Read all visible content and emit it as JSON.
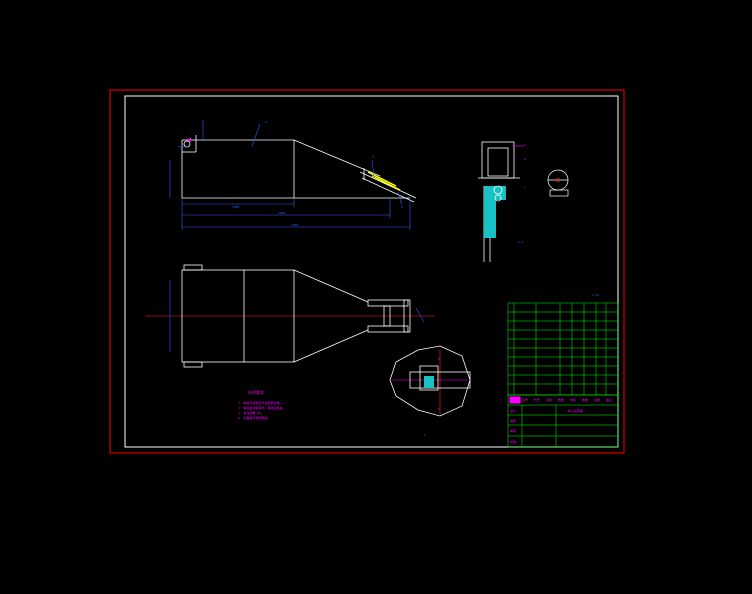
{
  "colors": {
    "background": "#000000",
    "outer_border": "#ff0000",
    "inner_border": "#ffffff",
    "part_outline": "#ffffff",
    "dimension": "#2f5bff",
    "center_line": "#ff2020",
    "annotation": "#ff00ff",
    "section_fill": "#19c2c2",
    "bolt": "#ffff00",
    "table_grid": "#00ff00",
    "table_text": "#ff00ff"
  },
  "top_view": {
    "part_labels": [
      "1",
      "2",
      "3",
      "4"
    ],
    "dimensions": [
      "1000",
      "2000",
      "3300"
    ]
  },
  "side_detail": {
    "part_labels": [
      "5",
      "6",
      "7"
    ],
    "section_label": "A-A"
  },
  "circle_detail": {
    "label": "I",
    "part_labels": [
      "8",
      "9"
    ]
  },
  "tech_notes": {
    "title": "技术要求",
    "lines": [
      "1. 制造与验收应符合国家标准……",
      "2. 焊接后清除焊渣，焊缝应饱满。",
      "3. 未注圆角 R5。",
      "4. 表面涂防锈漆两遍。"
    ]
  },
  "title_block": {
    "scale_note": "1:10",
    "header_cells": [
      "序号",
      "代号",
      "名称",
      "数量",
      "材料",
      "单重",
      "总重",
      "备注"
    ],
    "drawing_name": "料斗总装图",
    "sign_rows": [
      "设计",
      "校核",
      "审核",
      "批准"
    ]
  }
}
